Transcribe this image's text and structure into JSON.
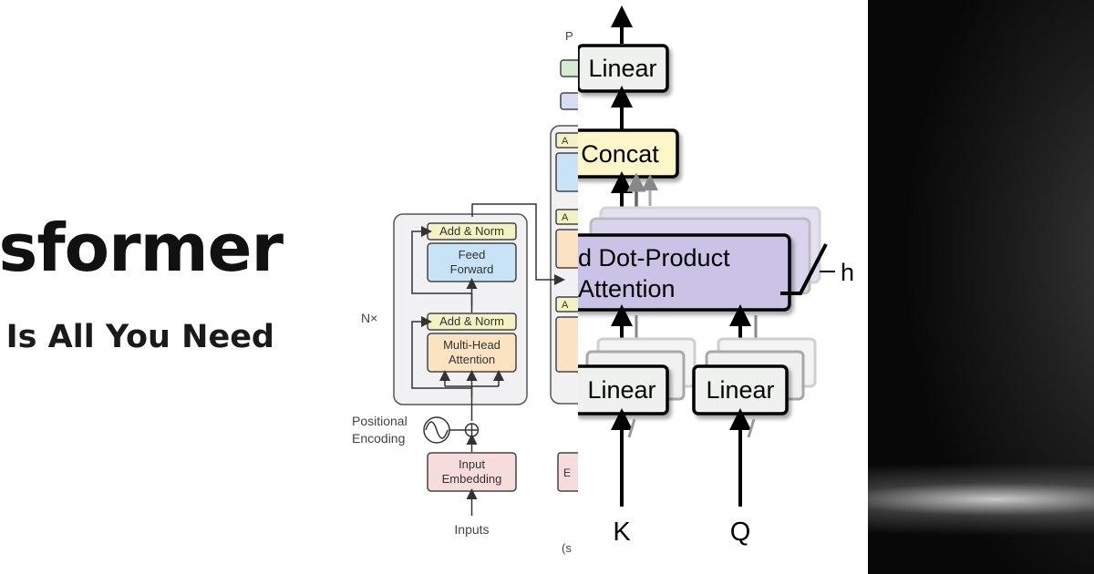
{
  "title": {
    "main": "sformer",
    "subtitle": "Is All You Need"
  },
  "transformer_diagram": {
    "add_norm_top": "Add & Norm",
    "feed_forward_line1": "Feed",
    "feed_forward_line2": "Forward",
    "add_norm_bottom": "Add & Norm",
    "mha_line1": "Multi-Head",
    "mha_line2": "Attention",
    "nx_label": "N×",
    "pos_enc_line1": "Positional",
    "pos_enc_line2": "Encoding",
    "input_emb_line1": "Input",
    "input_emb_line2": "Embedding",
    "inputs_label": "Inputs",
    "decoder_top_label": "P",
    "decoder_bottom_label": "(s"
  },
  "mha_diagram": {
    "linear_top": "Linear",
    "concat": "Concat",
    "attention_line1": "d Dot-Product",
    "attention_line2": "Attention",
    "h_label": "h",
    "linear_k": "Linear",
    "linear_q": "Linear",
    "k_label": "K",
    "q_label": "Q"
  },
  "colors": {
    "add_norm": "#f3f2c2",
    "feed_forward": "#c7e3f5",
    "multi_head": "#fbe2c0",
    "embedding": "#f7dcdc",
    "concat": "#fdf6c9",
    "attention": "#cbc3e6",
    "linear": "#eef1ee",
    "background_dark": "#151515"
  }
}
